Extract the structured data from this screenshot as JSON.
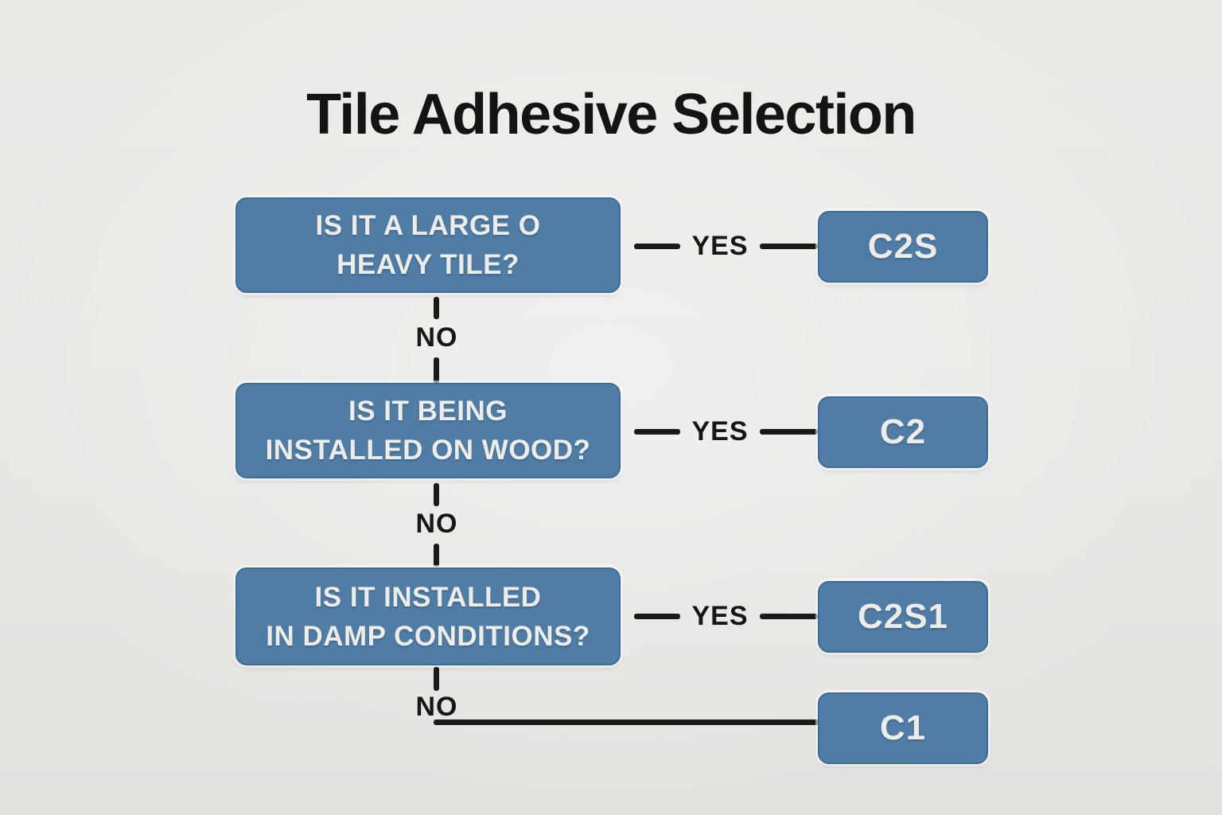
{
  "title": "Tile Adhesive Selection",
  "colors": {
    "background": "#e9e8e5",
    "node_fill": "#4f7da6",
    "node_border": "#3e6c96",
    "node_text": "#eeece7",
    "connector": "#1a1a1a"
  },
  "steps": [
    {
      "question_line1": "IS IT A LARGE O",
      "question_line2": "HEAVY TILE?",
      "yes_label": "YES",
      "no_label": "NO",
      "yes_result": "C2S"
    },
    {
      "question_line1": "IS IT BEING",
      "question_line2": "INSTALLED ON WOOD?",
      "yes_label": "YES",
      "no_label": "NO",
      "yes_result": "C2"
    },
    {
      "question_line1": "IS IT INSTALLED",
      "question_line2": "IN DAMP CONDITIONS?",
      "yes_label": "YES",
      "no_label": "NO",
      "yes_result": "C2S1",
      "no_result": "C1"
    }
  ]
}
